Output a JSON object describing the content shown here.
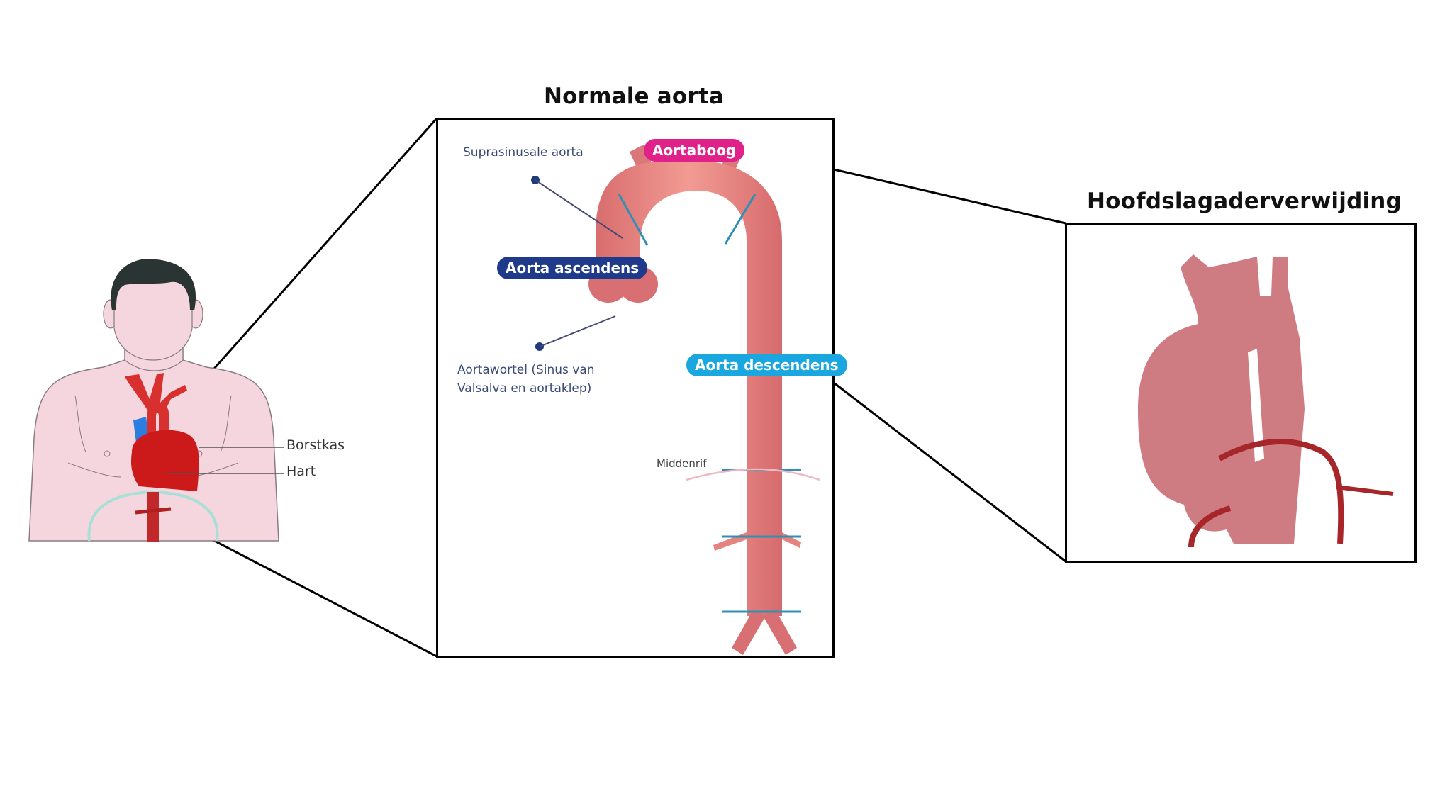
{
  "figure": {
    "left_panel": {
      "labels": {
        "chest": "Borstkas",
        "heart": "Hart"
      }
    },
    "middle_panel": {
      "title": "Normale aorta",
      "labels": {
        "suprasinusal": "Suprasinusale aorta",
        "arch": "Aortaboog",
        "ascending": "Aorta ascendens",
        "root_line1": "Aortawortel (Sinus van",
        "root_line2": "Valsalva en aortaklep)",
        "descending": "Aorta descendens",
        "diaphragm": "Middenrif"
      }
    },
    "right_panel": {
      "title": "Hoofdslagaderverwijding"
    }
  },
  "colors": {
    "arch_pill": "#e0218a",
    "ascending_pill": "#1f3a8a",
    "descending_pill": "#1aa7e0",
    "aorta": "#e5837f",
    "aneurysm": "#cf7b82",
    "marker_line": "#2f8fb5",
    "skin": "#f5d6de",
    "heart": "#d01f1f",
    "vein": "#2b7de0",
    "hair": "#2a3432"
  }
}
